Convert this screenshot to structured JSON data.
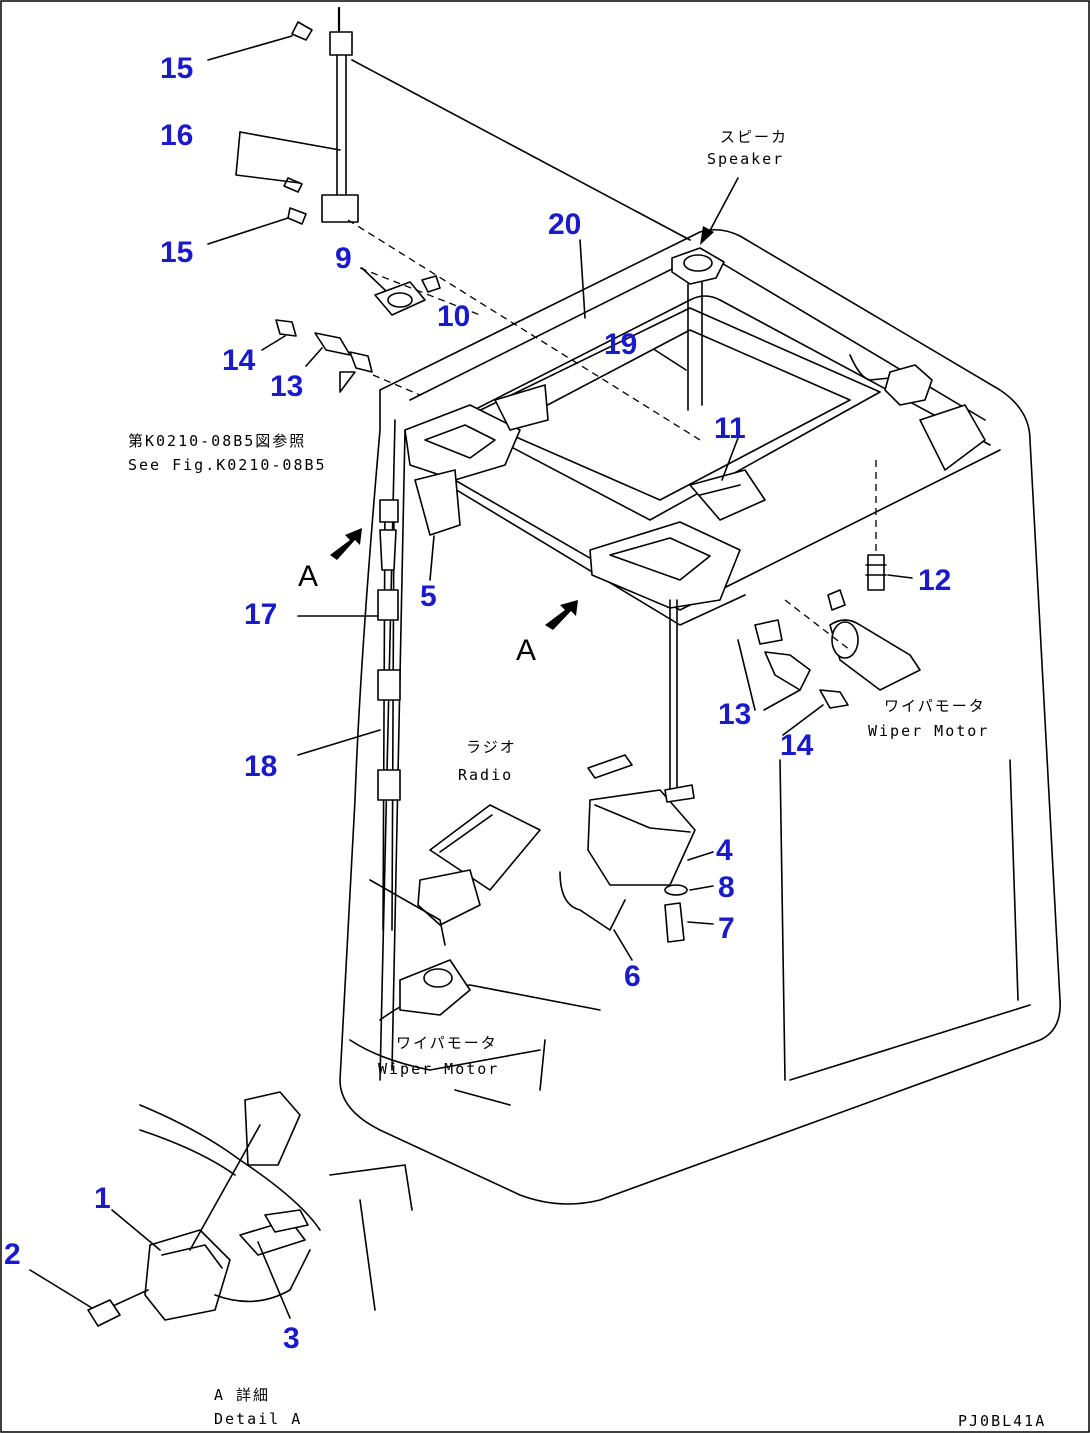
{
  "callouts": {
    "c1": "1",
    "c2": "2",
    "c3": "3",
    "c4": "4",
    "c5": "5",
    "c6": "6",
    "c7": "7",
    "c8": "8",
    "c9": "9",
    "c10": "10",
    "c11": "11",
    "c12": "12",
    "c13a": "13",
    "c13b": "13",
    "c14a": "14",
    "c14b": "14",
    "c15a": "15",
    "c15b": "15",
    "c16": "16",
    "c17": "17",
    "c18": "18",
    "c19": "19",
    "c20": "20"
  },
  "notes": {
    "speaker_jp": "スピーカ",
    "speaker_en": "Speaker",
    "ref_jp": "第K0210-08B5図参照",
    "ref_en": "See Fig.K0210-08B5",
    "radio_jp": "ラジオ",
    "radio_en": "Radio",
    "wiper_right_jp": "ワイパモータ",
    "wiper_right_en": "Wiper Motor",
    "wiper_left_jp": "ワイパモータ",
    "wiper_left_en": "Wiper Motor",
    "detail_jp": "A 詳細",
    "detail_en": "Detail A",
    "view_a_left": "A",
    "view_a_center": "A",
    "drawing_code": "PJ0BL41A"
  }
}
